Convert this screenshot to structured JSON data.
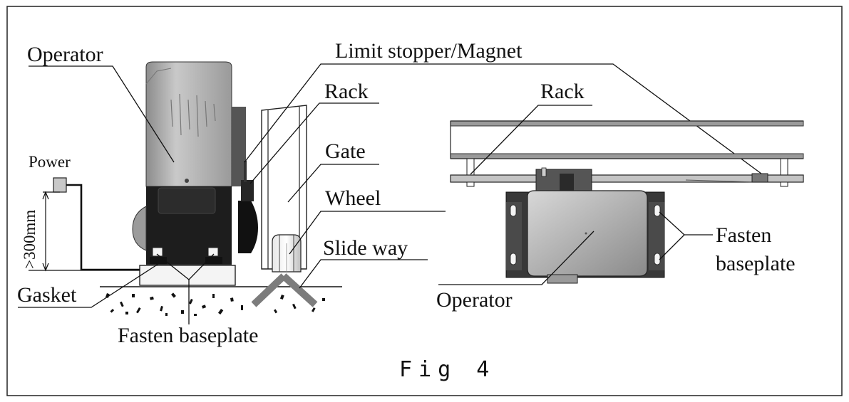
{
  "labels": {
    "operator_left": "Operator",
    "limit_stopper": "Limit stopper/Magnet",
    "rack_left": "Rack",
    "gate": "Gate",
    "wheel": "Wheel",
    "slide_way": "Slide way",
    "power": "Power",
    "height": ">300mm",
    "gasket": "Gasket",
    "fasten_baseplate_left": "Fasten baseplate",
    "rack_right": "Rack",
    "operator_right": "Operator",
    "fasten_line1": "Fasten",
    "fasten_line2": "baseplate"
  },
  "caption": "Fig 4",
  "colors": {
    "line": "#111111",
    "housing_grey": "#b4b4b4",
    "housing_black": "#1c1c1c",
    "bracket": "#3a3a3a",
    "rack_grey": "#8a8a8a",
    "rail_grey": "#777777"
  }
}
